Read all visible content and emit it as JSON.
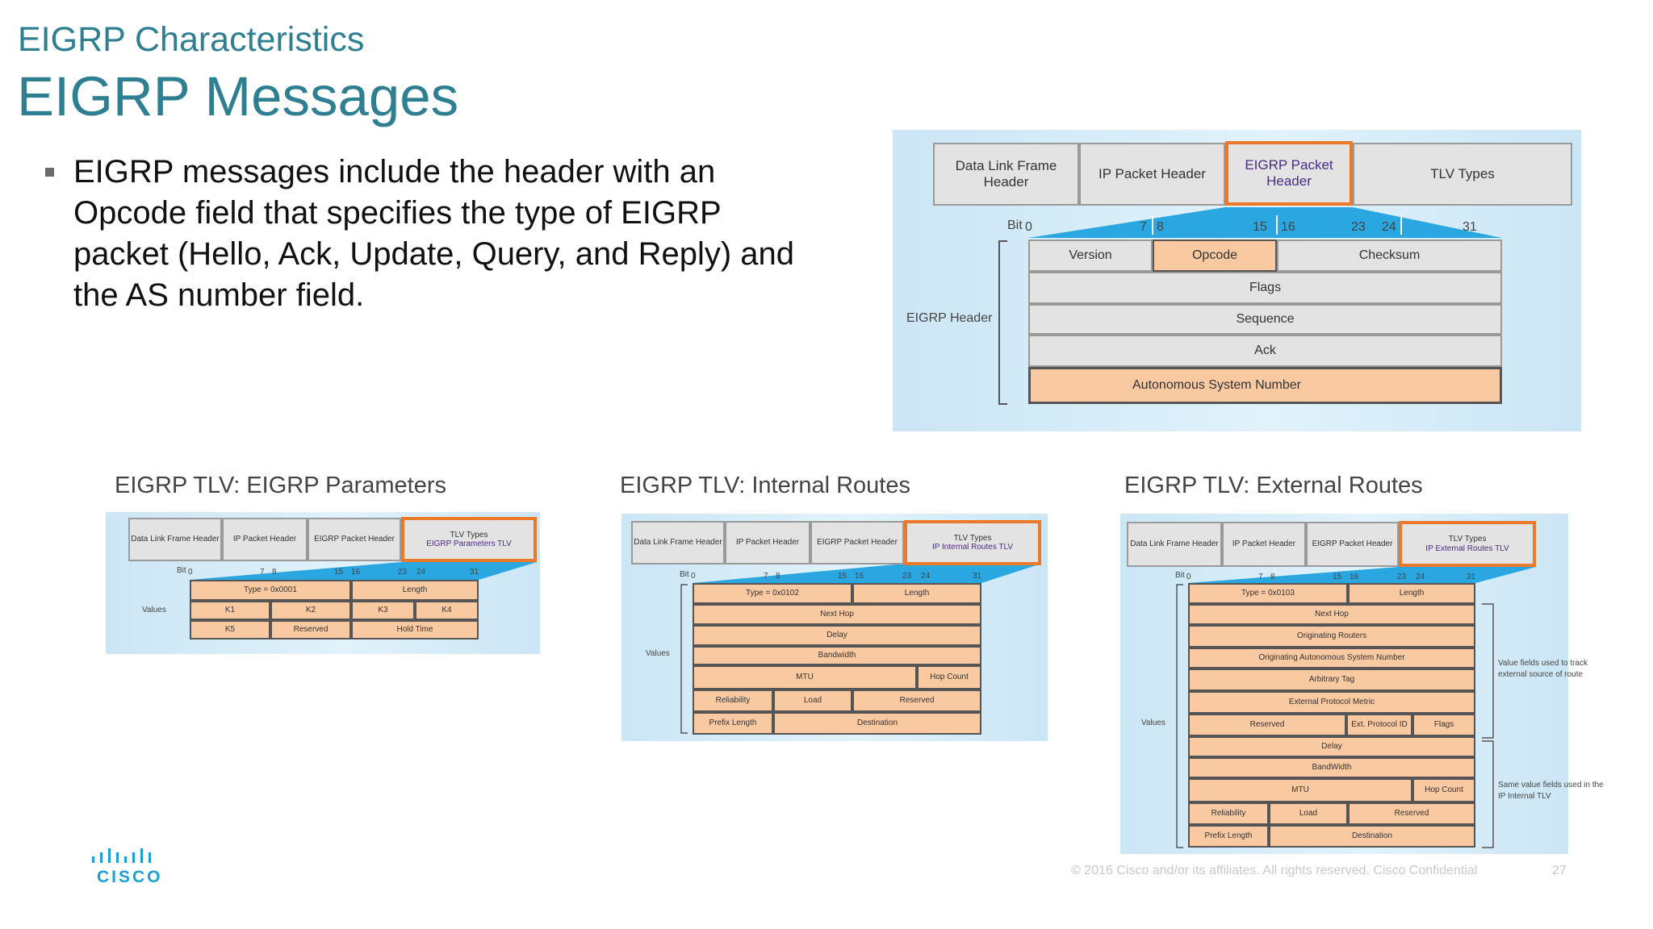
{
  "slide": {
    "supertitle": "EIGRP Characteristics",
    "title": "EIGRP Messages",
    "bullet": "EIGRP messages include the header with an Opcode field that specifies the type of EIGRP packet (Hello, Ack, Update, Query, and Reply) and the AS number field."
  },
  "main_diagram": {
    "frame": [
      "Data Link Frame Header",
      "IP Packet Header",
      "EIGRP Packet Header",
      "TLV Types"
    ],
    "bits_label": "Bit",
    "bits": [
      "0",
      "7",
      "8",
      "15",
      "16",
      "23",
      "24",
      "31"
    ],
    "side_label": "EIGRP Header",
    "row1": [
      "Version",
      "Opcode",
      "Checksum"
    ],
    "rows": [
      "Flags",
      "Sequence",
      "Ack",
      "Autonomous System Number"
    ]
  },
  "tlv_params": {
    "title": "EIGRP TLV: EIGRP Parameters",
    "frame": [
      "Data Link Frame Header",
      "IP Packet Header",
      "EIGRP Packet Header",
      "TLV Types",
      "EIGRP Parameters TLV"
    ],
    "bits_label": "Bit",
    "bits": [
      "0",
      "7",
      "8",
      "15",
      "16",
      "23",
      "24",
      "31"
    ],
    "side_label": "Values",
    "type": "Type = 0x0001",
    "length": "Length",
    "k1": "K1",
    "k2": "K2",
    "k3": "K3",
    "k4": "K4",
    "k5": "K5",
    "reserved": "Reserved",
    "hold_time": "Hold Time"
  },
  "tlv_internal": {
    "title": "EIGRP TLV: Internal Routes",
    "frame": [
      "Data Link Frame Header",
      "IP Packet Header",
      "EIGRP Packet Header",
      "TLV Types",
      "IP Internal Routes TLV"
    ],
    "bits_label": "Bit",
    "bits": [
      "0",
      "7",
      "8",
      "15",
      "16",
      "23",
      "24",
      "31"
    ],
    "side_label": "Values",
    "type": "Type = 0x0102",
    "length": "Length",
    "next_hop": "Next Hop",
    "delay": "Delay",
    "bandwidth": "Bandwidth",
    "mtu": "MTU",
    "hop_count": "Hop Count",
    "reliability": "Reliability",
    "load": "Load",
    "reserved": "Reserved",
    "prefix_length": "Prefix Length",
    "destination": "Destination"
  },
  "tlv_external": {
    "title": "EIGRP TLV: External Routes",
    "frame": [
      "Data Link Frame Header",
      "IP Packet Header",
      "EIGRP Packet Header",
      "TLV Types",
      "IP External Routes TLV"
    ],
    "bits_label": "Bit",
    "bits": [
      "0",
      "7",
      "8",
      "15",
      "16",
      "23",
      "24",
      "31"
    ],
    "side_label": "Values",
    "type": "Type = 0x0103",
    "length": "Length",
    "next_hop": "Next Hop",
    "originating_routers": "Originating Routers",
    "originating_as": "Originating Autonomous System Number",
    "arbitrary_tag": "Arbitrary Tag",
    "ext_metric": "External Protocol Metric",
    "reserved": "Reserved",
    "ext_protocol_id": "Ext. Protocol ID",
    "flags": "Flags",
    "delay": "Delay",
    "bandwidth": "BandWidth",
    "mtu": "MTU",
    "hop_count": "Hop Count",
    "reliability": "Reliability",
    "load": "Load",
    "reserved2": "Reserved",
    "prefix_length": "Prefix Length",
    "destination": "Destination",
    "note1": "Value fields used to track external source of route",
    "note2": "Same value fields used in the IP Internal TLV"
  },
  "footer": {
    "copyright": "© 2016 Cisco and/or its affiliates. All rights reserved.   Cisco Confidential",
    "page": "27",
    "logo_text": "CISCO"
  },
  "colors": {
    "title": "#2f7f93",
    "highlight_border": "#ea7a2a",
    "field_fill": "#f9c9a2",
    "wedge": "#2aa7e0",
    "logo": "#1aa0d6"
  }
}
